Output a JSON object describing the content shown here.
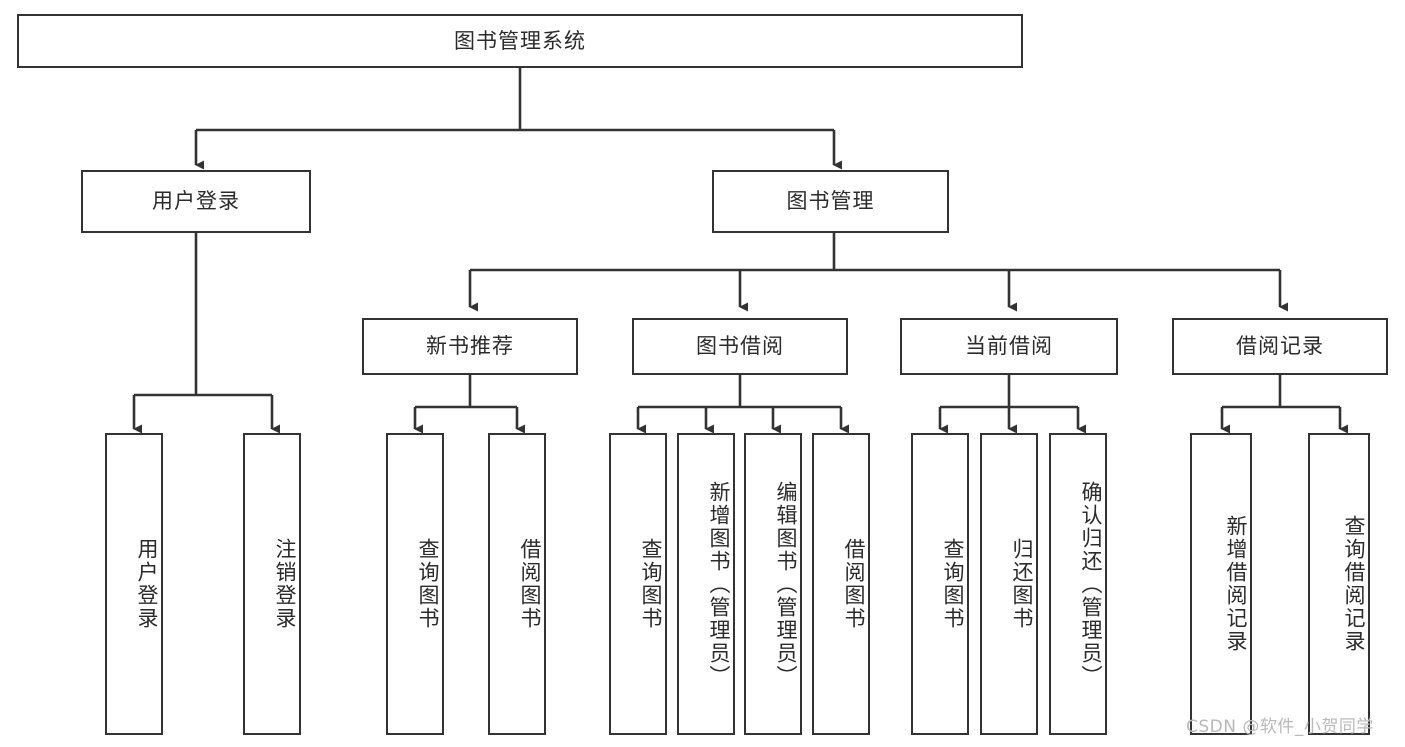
{
  "diagram": {
    "title": "图书管理系统",
    "type": "tree",
    "orientation": "top-down",
    "colors": {
      "box_border": "#333333",
      "box_fill": "#ffffff",
      "connector": "#333333",
      "text": "#2b2b2b",
      "watermark": "#b9b9b9",
      "background": "#ffffff"
    }
  },
  "nodes": {
    "root": {
      "label": "图书管理系统"
    },
    "level1": [
      {
        "label": "用户登录"
      },
      {
        "label": "图书管理"
      }
    ],
    "level2": [
      {
        "label": "新书推荐"
      },
      {
        "label": "图书借阅"
      },
      {
        "label": "当前借阅"
      },
      {
        "label": "借阅记录"
      }
    ],
    "leaves": {
      "user_login": [
        {
          "label": "用户登录"
        },
        {
          "label": "注销登录"
        }
      ],
      "new_book_recommend": [
        {
          "label": "查询图书"
        },
        {
          "label": "借阅图书"
        }
      ],
      "book_borrow": [
        {
          "label": "查询图书"
        },
        {
          "label": "新增图书（管理员）"
        },
        {
          "label": "编辑图书（管理员）"
        },
        {
          "label": "借阅图书"
        }
      ],
      "current_borrow": [
        {
          "label": "查询图书"
        },
        {
          "label": "归还图书"
        },
        {
          "label": "确认归还（管理员）"
        }
      ],
      "borrow_record": [
        {
          "label": "新增借阅记录"
        },
        {
          "label": "查询借阅记录"
        }
      ]
    }
  },
  "watermark": {
    "text": "CSDN @软件_小贺同学"
  }
}
